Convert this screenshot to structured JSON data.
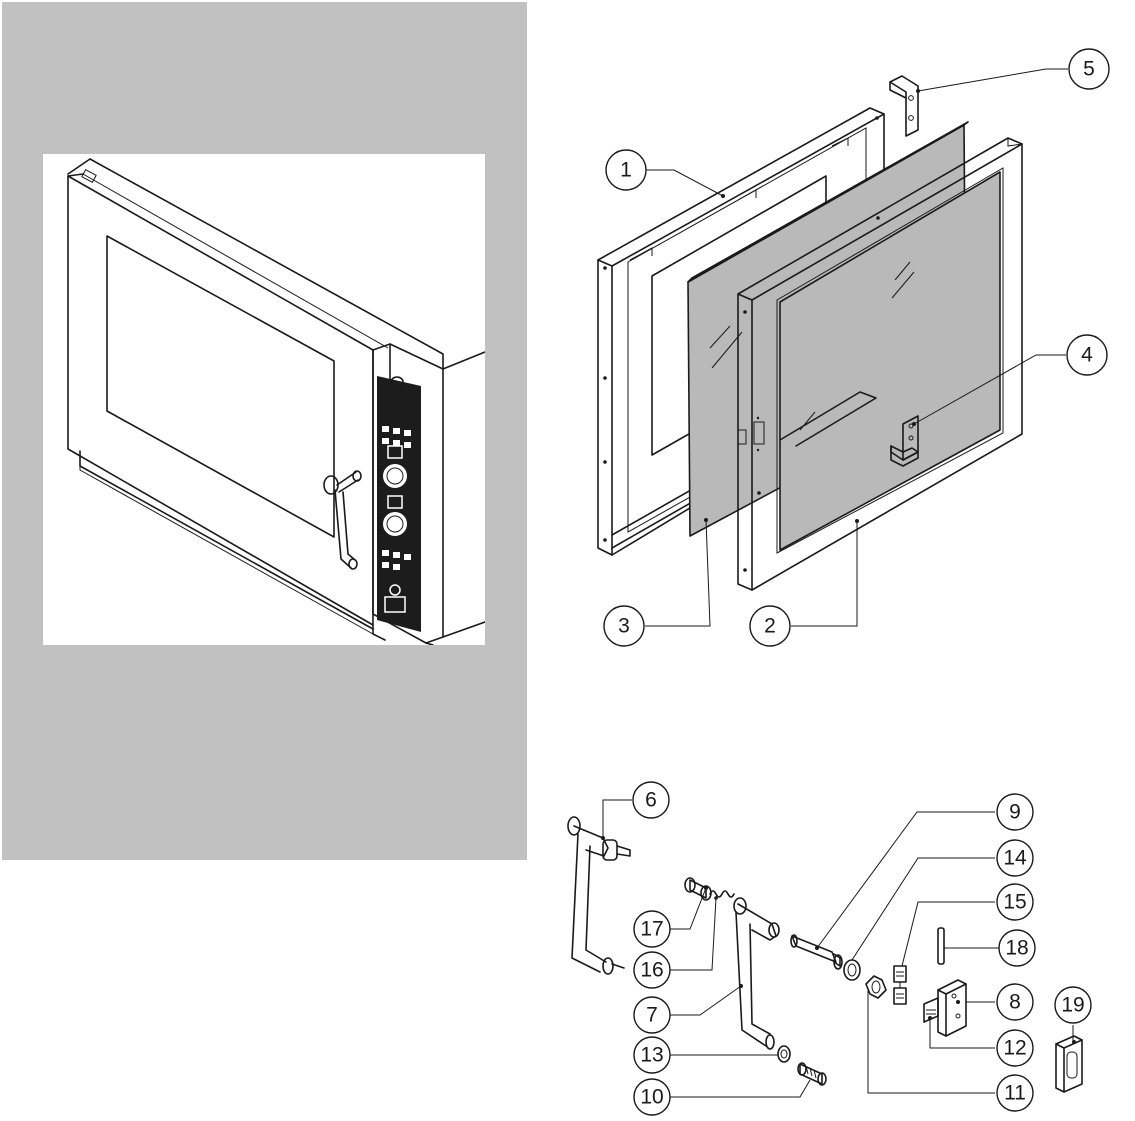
{
  "callouts": {
    "c1": "1",
    "c2": "2",
    "c3": "3",
    "c4": "4",
    "c5": "5",
    "c6": "6",
    "c7": "7",
    "c8": "8",
    "c9": "9",
    "c10": "10",
    "c11": "11",
    "c12": "12",
    "c13": "13",
    "c14": "14",
    "c15": "15",
    "c16": "16",
    "c17": "17",
    "c18": "18",
    "c19": "19"
  },
  "colors": {
    "panel": "#c1c1c1",
    "glass": "#b9b9b9",
    "ink": "#1a1a1a"
  }
}
